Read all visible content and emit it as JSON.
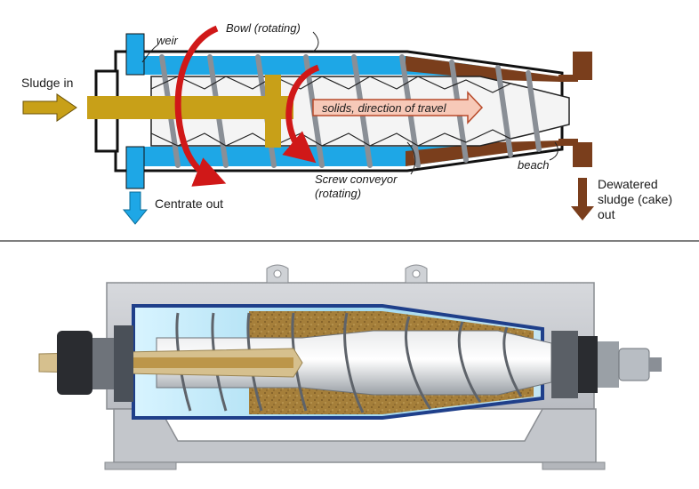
{
  "top_diagram": {
    "labels": {
      "sludge_in": "Sludge in",
      "weir": "weir",
      "bowl": "Bowl (rotating)",
      "solids_direction": "solids, direction of travel",
      "screw_conveyor_line1": "Screw conveyor",
      "screw_conveyor_line2": "(rotating)",
      "beach": "beach",
      "centrate_out": "Centrate out",
      "dewatered_line1": "Dewatered",
      "dewatered_line2": "sludge (cake)",
      "dewatered_line3": "out"
    }
  },
  "colors": {
    "liquid": "#1ea7e6",
    "sludge_feed": "#c8a018",
    "cake": "#7a3e1c",
    "rotation_arrow": "#d01818",
    "outline": "#111111",
    "cutaway_housing": "#c9ccd1",
    "cutaway_bowl": "#1f3f8a"
  },
  "bottom_illustration": {
    "description_icon": "decanter-centrifuge-cutaway"
  }
}
